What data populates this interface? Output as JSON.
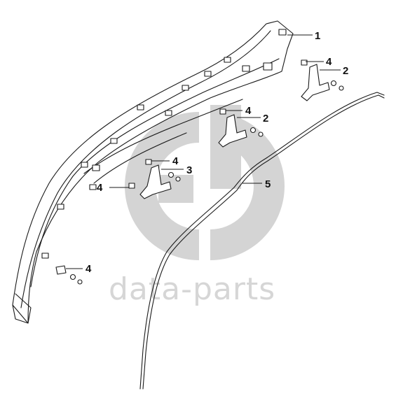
{
  "watermark": {
    "text": "data-parts",
    "logo_color": "#d4d4d4"
  },
  "callouts": [
    {
      "id": "c1",
      "label": "1"
    },
    {
      "id": "c4a",
      "label": "4"
    },
    {
      "id": "c2a",
      "label": "2"
    },
    {
      "id": "c4b",
      "label": "4"
    },
    {
      "id": "c2b",
      "label": "2"
    },
    {
      "id": "c4c",
      "label": "4"
    },
    {
      "id": "c3",
      "label": "3"
    },
    {
      "id": "c4d",
      "label": "4"
    },
    {
      "id": "c5",
      "label": "5"
    },
    {
      "id": "c4e",
      "label": "4"
    }
  ]
}
